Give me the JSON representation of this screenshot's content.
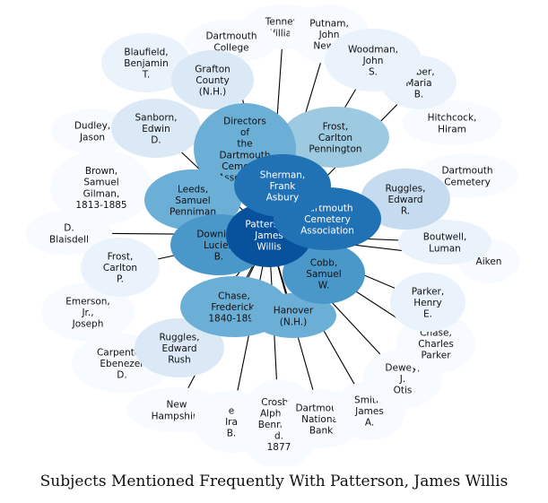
{
  "caption": "Subjects Mentioned Frequently With Patterson, James Willis",
  "center": {
    "label": [
      "Patterson,",
      "James",
      "Willis"
    ]
  },
  "colors": {
    "line": "#000000",
    "text_dark": "#111111",
    "text_light": "#ffffff",
    "fill_scale": [
      "#f7fbff",
      "#eaf3fb",
      "#dbe9f6",
      "#c6dbef",
      "#9ecae1",
      "#6baed6",
      "#4a97c9",
      "#2f7ebc",
      "#2171b5",
      "#08519c"
    ]
  },
  "nodes": [
    {
      "id": "tenney-william",
      "label": [
        "Tenney,",
        "William"
      ],
      "weight": 0
    },
    {
      "id": "putnam-john-newell",
      "label": [
        "Putnam,",
        "John",
        "Newell"
      ],
      "weight": 0
    },
    {
      "id": "dartmouth-college",
      "label": [
        "Dartmouth",
        "College"
      ],
      "weight": 0
    },
    {
      "id": "woodman-john-s",
      "label": [
        "Woodman,",
        "John",
        "S."
      ],
      "weight": 1
    },
    {
      "id": "blaufield-benjamin-t",
      "label": [
        "Blaufield,",
        "Benjamin",
        "T."
      ],
      "weight": 1
    },
    {
      "id": "grafton-county",
      "label": [
        "Grafton",
        "County",
        "(N.H.)"
      ],
      "weight": 2
    },
    {
      "id": "haber-maria-b",
      "label": [
        "Haber,",
        "Maria",
        "B."
      ],
      "weight": 1
    },
    {
      "id": "hitchcock-hiram",
      "label": [
        "Hitchcock,",
        "Hiram"
      ],
      "weight": 0
    },
    {
      "id": "dudley-jason",
      "label": [
        "Dudley,",
        "Jason"
      ],
      "weight": 0
    },
    {
      "id": "sanborn-edwin-d",
      "label": [
        "Sanborn,",
        "Edwin",
        "D."
      ],
      "weight": 2
    },
    {
      "id": "directors",
      "label": [
        "Directors",
        "of",
        "the",
        "Dartmouth",
        "Cemetery",
        "Association"
      ],
      "weight": 5
    },
    {
      "id": "frost-carlton-pennington",
      "label": [
        "Frost,",
        "Carlton",
        "Pennington"
      ],
      "weight": 4
    },
    {
      "id": "dartmouth-cemetery",
      "label": [
        "Dartmouth",
        "Cemetery"
      ],
      "weight": 0
    },
    {
      "id": "brown-samuel-gilman",
      "label": [
        "Brown,",
        "Samuel",
        "Gilman,",
        "1813-1885"
      ],
      "weight": 0
    },
    {
      "id": "leeds-samuel-penniman",
      "label": [
        "Leeds,",
        "Samuel",
        "Penniman"
      ],
      "weight": 5
    },
    {
      "id": "sherman-frank-asbury",
      "label": [
        "Sherman,",
        "Frank",
        "Asbury"
      ],
      "weight": 8
    },
    {
      "id": "ruggles-edward-r",
      "label": [
        "Ruggles,",
        "Edward",
        "R."
      ],
      "weight": 3
    },
    {
      "id": "dartmouth-cemetery-association",
      "label": [
        "Dartmouth",
        "Cemetery",
        "Association"
      ],
      "weight": 8
    },
    {
      "id": "blaisdell-d",
      "label": [
        "D.",
        "Blaisdell"
      ],
      "weight": 0
    },
    {
      "id": "downing-lucien-b",
      "label": [
        "Downing,",
        "Lucien",
        "B."
      ],
      "weight": 6
    },
    {
      "id": "boutwell-luman",
      "label": [
        "Boutwell,",
        "Luman"
      ],
      "weight": 1
    },
    {
      "id": "frost-carlton-p",
      "label": [
        "Frost,",
        "Carlton",
        "P."
      ],
      "weight": 1
    },
    {
      "id": "aiken",
      "label": [
        "Aiken"
      ],
      "weight": 0
    },
    {
      "id": "cobb-samuel-w",
      "label": [
        "Cobb,",
        "Samuel",
        "W."
      ],
      "weight": 6
    },
    {
      "id": "emerson-joseph",
      "label": [
        "Emerson,",
        "Jr.,",
        "Joseph"
      ],
      "weight": 0
    },
    {
      "id": "parker-henry-e",
      "label": [
        "Parker,",
        "Henry",
        "E."
      ],
      "weight": 1
    },
    {
      "id": "chase-frederick",
      "label": [
        "Chase,",
        "Frederick,",
        "1840-1890"
      ],
      "weight": 5
    },
    {
      "id": "hanover-nh",
      "label": [
        "Hanover",
        "(N.H.)"
      ],
      "weight": 5
    },
    {
      "id": "chase-charles-parker",
      "label": [
        "Chase,",
        "Charles",
        "Parker"
      ],
      "weight": 0
    },
    {
      "id": "ruggles-edward-rush",
      "label": [
        "Ruggles,",
        "Edward",
        "Rush"
      ],
      "weight": 2
    },
    {
      "id": "carpenter-ebenezer-d",
      "label": [
        "Carpenter,",
        "Ebenezer",
        "D."
      ],
      "weight": 0
    },
    {
      "id": "dewey-j-otis",
      "label": [
        "Dewey,",
        "J.",
        "Otis"
      ],
      "weight": 0
    },
    {
      "id": "new-hampshire",
      "label": [
        "New",
        "Hampshire"
      ],
      "weight": 0
    },
    {
      "id": "smith-james-a",
      "label": [
        "Smith,",
        "James",
        "A."
      ],
      "weight": 0
    },
    {
      "id": "crosby-alpheus-benning",
      "label": [
        "Crosby,",
        "Alpheus",
        "Benning,",
        "d.",
        "1877"
      ],
      "weight": 0
    },
    {
      "id": "dartmouth-national-bank",
      "label": [
        "Dartmouth",
        "National",
        "Bank"
      ],
      "weight": 0
    },
    {
      "id": "ira-b",
      "label": [
        "e",
        "Ira",
        "B."
      ],
      "weight": 0
    }
  ]
}
